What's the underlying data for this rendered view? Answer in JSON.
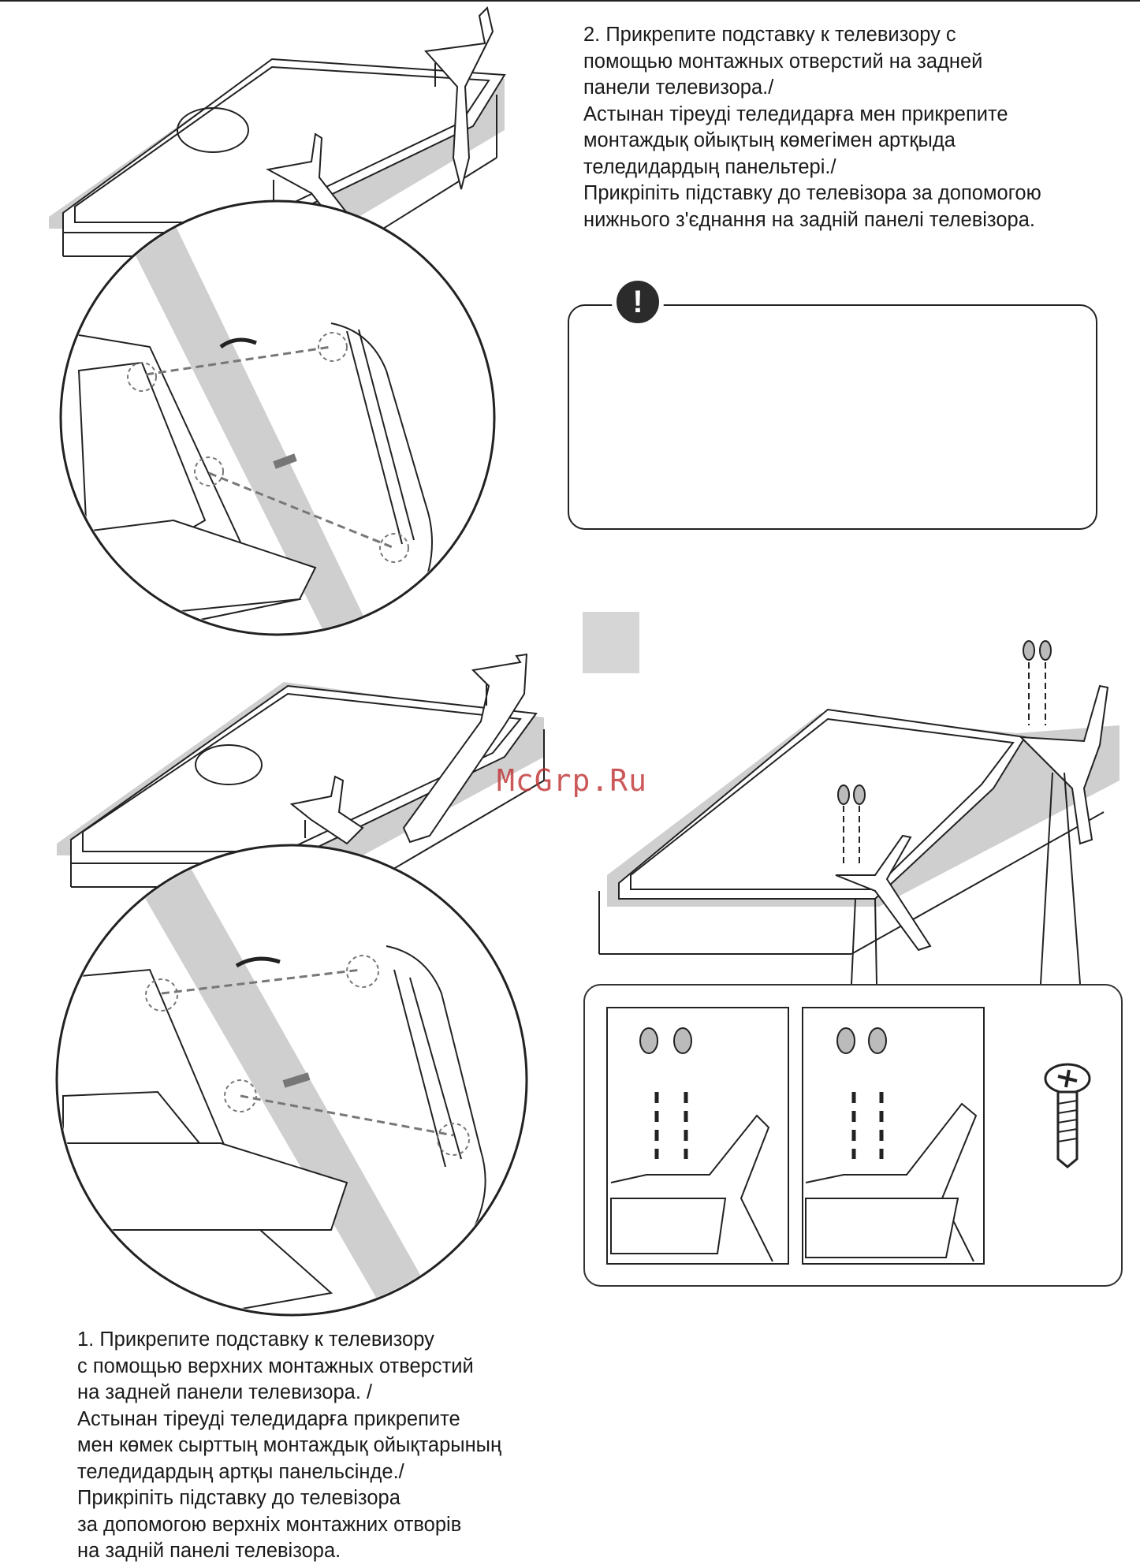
{
  "step2": {
    "lines": [
      "2. Прикрепите подставку к телевизору с",
      "помощью монтажных отверстий на задней",
      "панели телевизора./",
      "Астынан тіреуді теледидарға мен прикрепите",
      "монтаждық ойықтың көмегімен артқыда",
      "теледидардың панельтері./",
      "Прикріпіть підставку до телевізора за допомогою",
      "нижнього з'єднання на задній панелі телевізора."
    ]
  },
  "step1": {
    "lines": [
      "1. Прикрепите подставку к телевизору",
      "с помощью верхних монтажных отверстий",
      "на задней панели телевизора. /",
      "Астынан тіреуді теледидарға прикрепите",
      "мен көмек сырттың монтаждық ойықтарының",
      "теледидардың артқы панельсінде./",
      "Прикріпіть підставку до телевізора",
      "за допомогою верхніх монтажних отворів",
      "на задній панелі телевізора."
    ]
  },
  "note": {
    "icon_glyph": "!",
    "icon": "caution-icon"
  },
  "watermark": "McGrp.Ru",
  "colors": {
    "line": "#222222",
    "grey": "#c8c8c8",
    "accent_watermark": "#c03030"
  }
}
